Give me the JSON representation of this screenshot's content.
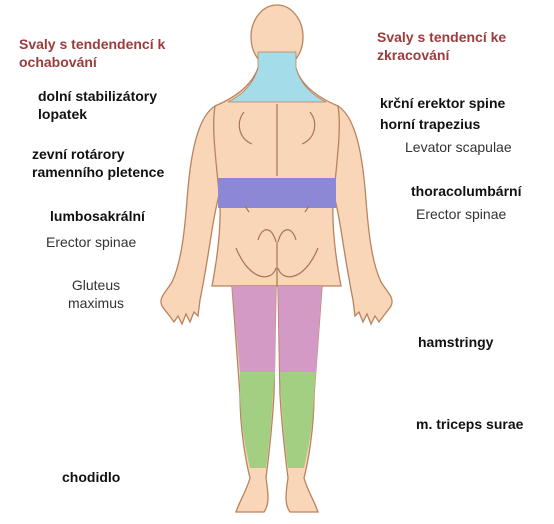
{
  "left_column": {
    "heading": "Svaly s tendendencí k ochabování",
    "items": [
      {
        "name": "dolní stabilizátory lopatek"
      },
      {
        "name": "zevní rotárory ramenního pletence"
      },
      {
        "name": "lumbosakrální",
        "sub": "Erector spinae"
      },
      {
        "name": "Gluteus maximus"
      },
      {
        "name": "chodidlo"
      }
    ]
  },
  "right_column": {
    "heading": "Svaly s tendencí ke zkracování",
    "items": [
      {
        "name": "krční erektor spine"
      },
      {
        "name": "horní trapezius",
        "sub": "Levator scapulae"
      },
      {
        "name": "thoracolumbární",
        "sub": "Erector spinae"
      },
      {
        "name": "hamstringy"
      },
      {
        "name": "m. triceps surae"
      }
    ]
  },
  "colors": {
    "heading": "#9b3b3b",
    "skin": "#f9d6b8",
    "outline": "#b8835e",
    "neck": "#a4dcea",
    "lumbar": "#8c88d6",
    "thigh": "#d49ac6",
    "calf": "#a3cf83"
  }
}
